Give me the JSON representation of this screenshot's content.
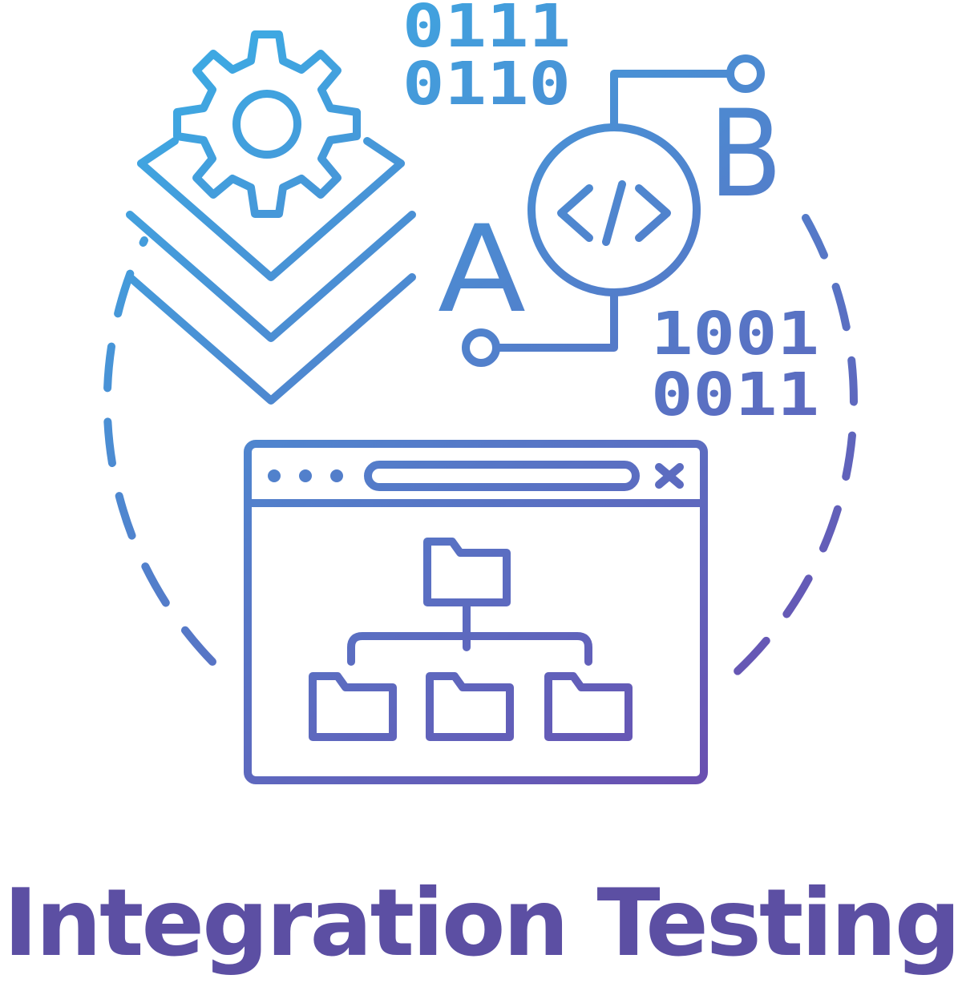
{
  "title": "Integration Testing",
  "colors": {
    "gradient_start": "#3ea8e2",
    "gradient_end": "#6a4fb0",
    "title": "#5c4fa3"
  },
  "binary": {
    "top_line1": "0111",
    "top_line2": "0110",
    "right_line1": "1001",
    "right_line2": "0011"
  },
  "labels": {
    "node_a": "A",
    "node_b": "B",
    "code_symbol": "</>",
    "close_symbol": "x"
  },
  "icons": [
    "gear-icon",
    "layers-icon",
    "code-circle-icon",
    "browser-window-icon",
    "folder-tree-icon"
  ]
}
